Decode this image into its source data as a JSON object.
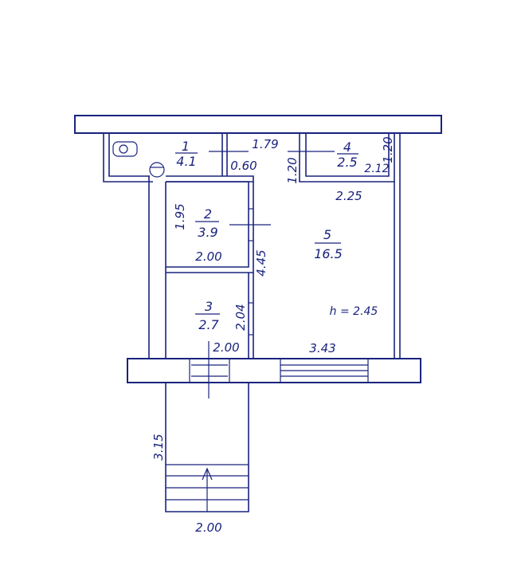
{
  "rooms": [
    {
      "id": "1",
      "area": "4.1"
    },
    {
      "id": "2",
      "area": "3.9"
    },
    {
      "id": "3",
      "area": "2.7"
    },
    {
      "id": "4",
      "area": "2.5"
    },
    {
      "id": "5",
      "area": "16.5"
    }
  ],
  "dimensions": {
    "d_179": "1.79",
    "d_060": "0.60",
    "d_120_left": "1.20",
    "d_120_right": "1.20",
    "d_212": "2.12",
    "d_225": "2.25",
    "d_195": "1.95",
    "d_200_room2": "2.00",
    "d_445": "4.45",
    "d_204": "2.04",
    "d_200_room1": "2.00",
    "d_343": "3.43",
    "d_315": "3.15",
    "d_200_stairs": "2.00"
  },
  "ceiling_height": "h = 2.45"
}
